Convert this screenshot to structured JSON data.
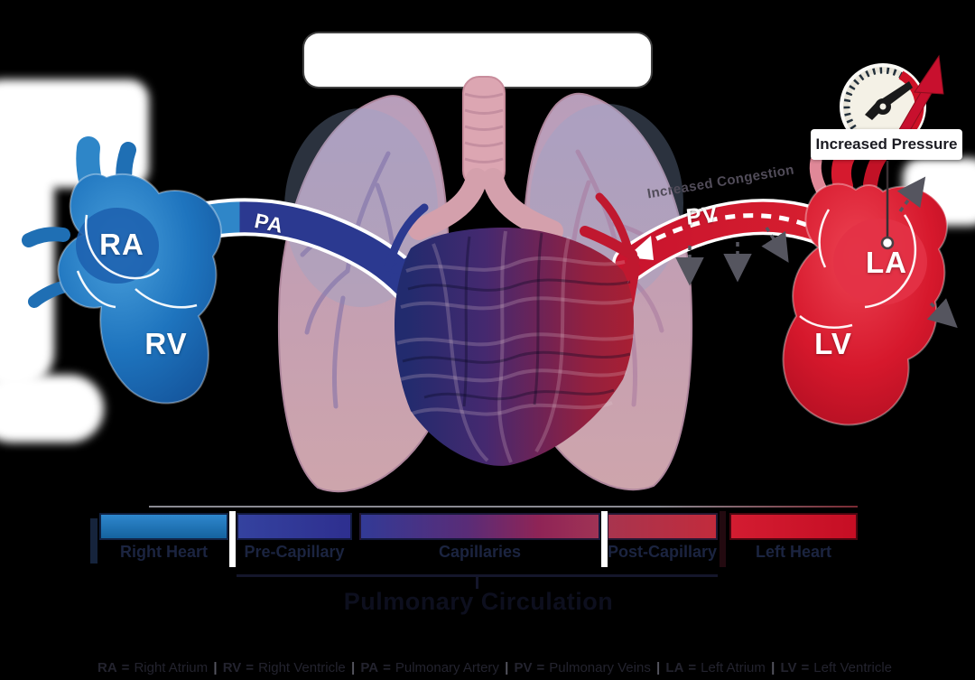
{
  "title_box": {
    "text": ""
  },
  "pressure_gauge": {
    "label": "Increased Pressure"
  },
  "pulmonary_vein_note": {
    "label": "Increased Congestion"
  },
  "anatomy_labels": {
    "right_atrium": "RA",
    "right_ventricle": "RV",
    "pulmonary_artery": "PA",
    "pulmonary_veins": "PV",
    "left_atrium": "LA",
    "left_ventricle": "LV"
  },
  "colors": {
    "right_heart_blue": "#1C75BC",
    "pulmonary_artery_navy": "#2B3990",
    "capillary_purple": "#6B2A6F",
    "left_heart_red": "#CE1126",
    "label_navy": "#1B2440"
  },
  "flow_bar": {
    "segments": [
      {
        "label": "Right Heart",
        "color_start": "#2E87CE",
        "color_end": "#15639F"
      },
      {
        "label": "Pre-Capillary",
        "color_start": "#34429F",
        "color_end": "#2E2F8F"
      },
      {
        "label": "Capillaries",
        "color_start": "#323A96",
        "color_end": "#A03355"
      },
      {
        "label": "Post-Capillary",
        "color_start": "#A8344E",
        "color_end": "#C22B3C"
      },
      {
        "label": "Left Heart",
        "color_start": "#D31C31",
        "color_end": "#C60E24"
      }
    ],
    "bracket_label": "Pulmonary Circulation"
  },
  "legend": {
    "equals": "=",
    "separator": "|",
    "items": [
      {
        "abbr": "RA",
        "name": "Right Atrium"
      },
      {
        "abbr": "RV",
        "name": "Right Ventricle"
      },
      {
        "abbr": "PA",
        "name": "Pulmonary Artery"
      },
      {
        "abbr": "PV",
        "name": "Pulmonary Veins"
      },
      {
        "abbr": "LA",
        "name": "Left Atrium"
      },
      {
        "abbr": "LV",
        "name": "Left Ventricle"
      }
    ]
  }
}
